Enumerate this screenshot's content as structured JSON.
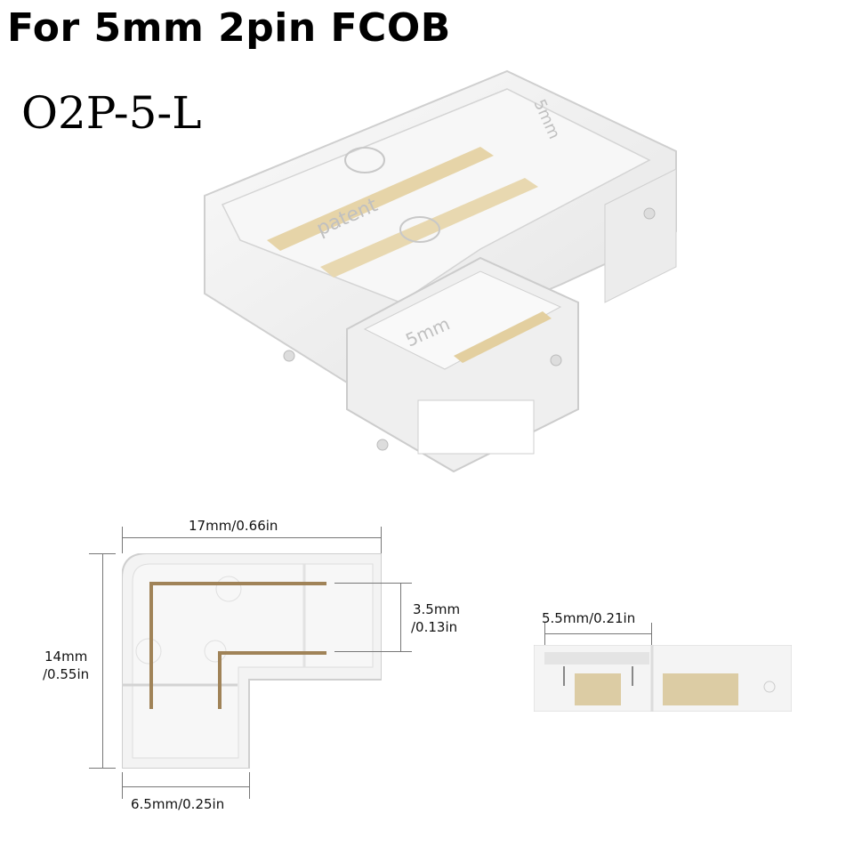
{
  "header": {
    "title": "For 5mm 2pin FCOB",
    "model": "O2P-5-L"
  },
  "product_render": {
    "description": "Clear L-shaped 2-pin COB LED strip connector, isometric view",
    "markings": [
      "patent",
      "5mm",
      "5mm"
    ],
    "colors": {
      "body": "#f2f2f2",
      "edge": "#d6d6d6",
      "contact": "#d9c49a"
    }
  },
  "top_view": {
    "dimensions": {
      "width": "17mm/0.66in",
      "height_line1": "14mm",
      "height_line2": "/0.55in",
      "pin_pitch_line1": "3.5mm",
      "pin_pitch_line2": "/0.13in",
      "arm_width": "6.5mm/0.25in"
    },
    "colors": {
      "wire": "#a08358",
      "dim_line": "#777777"
    }
  },
  "side_view": {
    "dimensions": {
      "depth": "5.5mm/0.21in"
    }
  }
}
